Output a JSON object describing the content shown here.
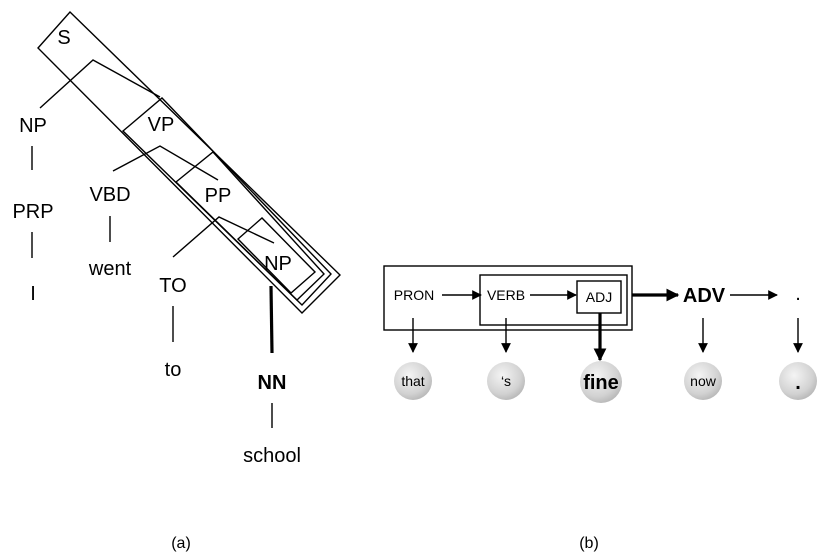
{
  "panel_a": {
    "caption": "(a)",
    "nodes": {
      "s": "S",
      "np_top": "NP",
      "prp": "PRP",
      "i_word": "I",
      "vp": "VP",
      "vbd": "VBD",
      "went": "went",
      "pp": "PP",
      "to_tag": "TO",
      "to_word": "to",
      "np_inner": "NP",
      "nn": "NN",
      "school": "school"
    }
  },
  "panel_b": {
    "caption": "(b)",
    "tags": {
      "pron": "PRON",
      "verb": "VERB",
      "adj": "ADJ",
      "adv": "ADV",
      "dot_tag": "."
    },
    "tokens": {
      "that": "that",
      "s": "‘s",
      "fine": "fine",
      "now": "now",
      "dot": "."
    }
  }
}
